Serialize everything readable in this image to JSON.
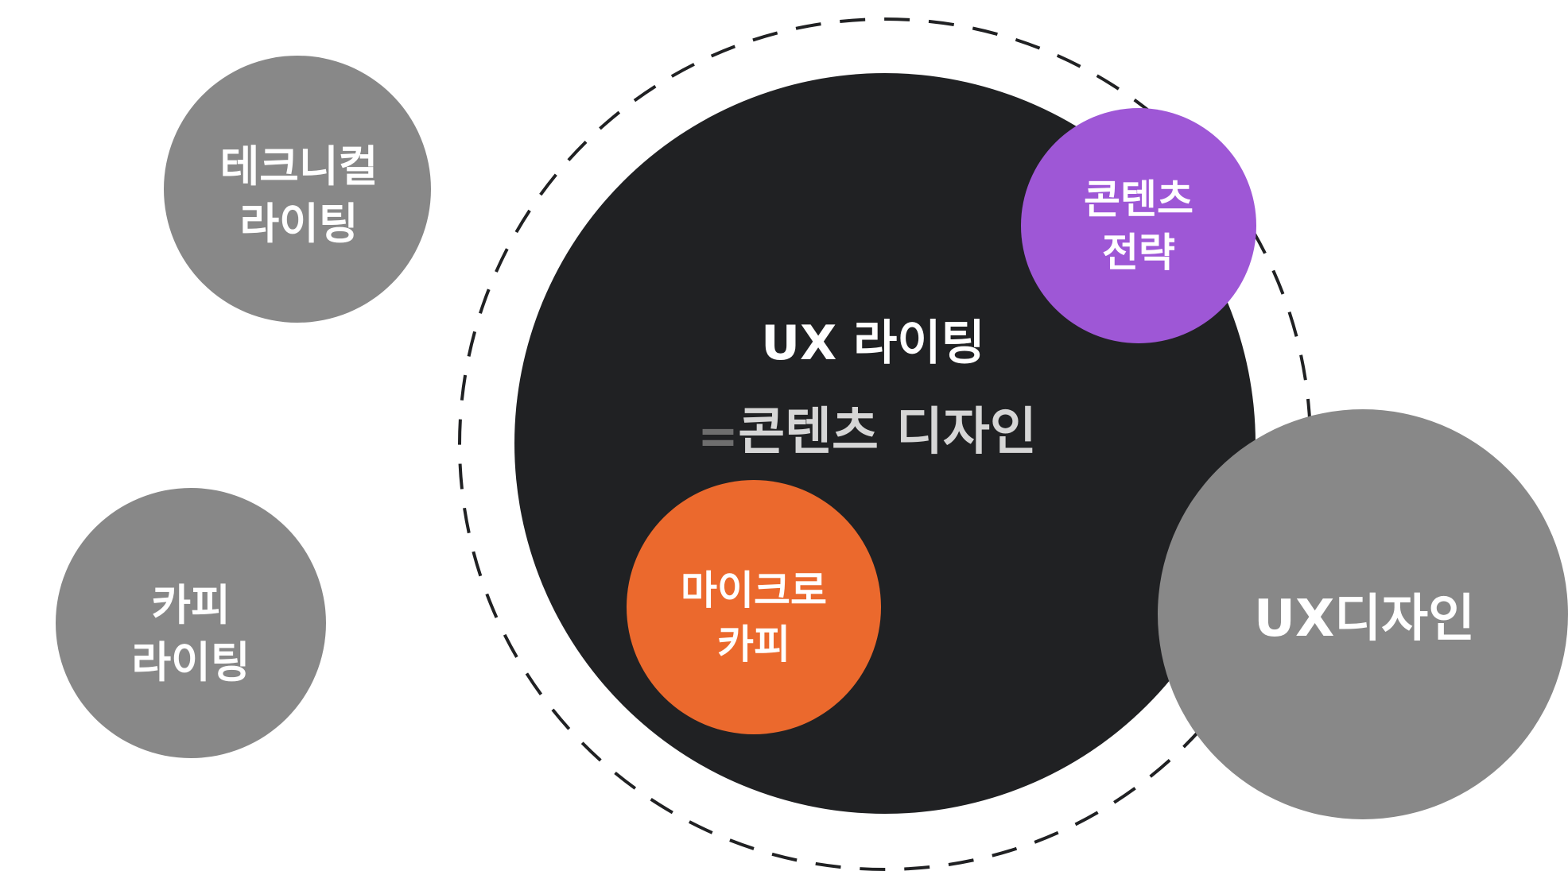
{
  "colors": {
    "background": "#ffffff",
    "main_circle": "#202123",
    "gray_circle": "#888888",
    "purple_circle": "#9e57d6",
    "orange_circle": "#eb692d",
    "dashed_ring": "#202123",
    "white_text": "#ffffff",
    "subtitle_text": "#d6d6d6",
    "equals_sign": "#6e6e6e"
  },
  "main": {
    "title": "UX 라이팅",
    "equals": "=",
    "subtitle": "콘텐츠 디자인"
  },
  "bubbles": {
    "technical_writing": {
      "line1": "테크니컬",
      "line2": "라이팅"
    },
    "copy_writing": {
      "line1": "카피",
      "line2": "라이팅"
    },
    "content_strategy": {
      "line1": "콘텐츠",
      "line2": "전략"
    },
    "micro_copy": {
      "line1": "마이크로",
      "line2": "카피"
    },
    "ux_design": {
      "label": "UX디자인"
    }
  }
}
